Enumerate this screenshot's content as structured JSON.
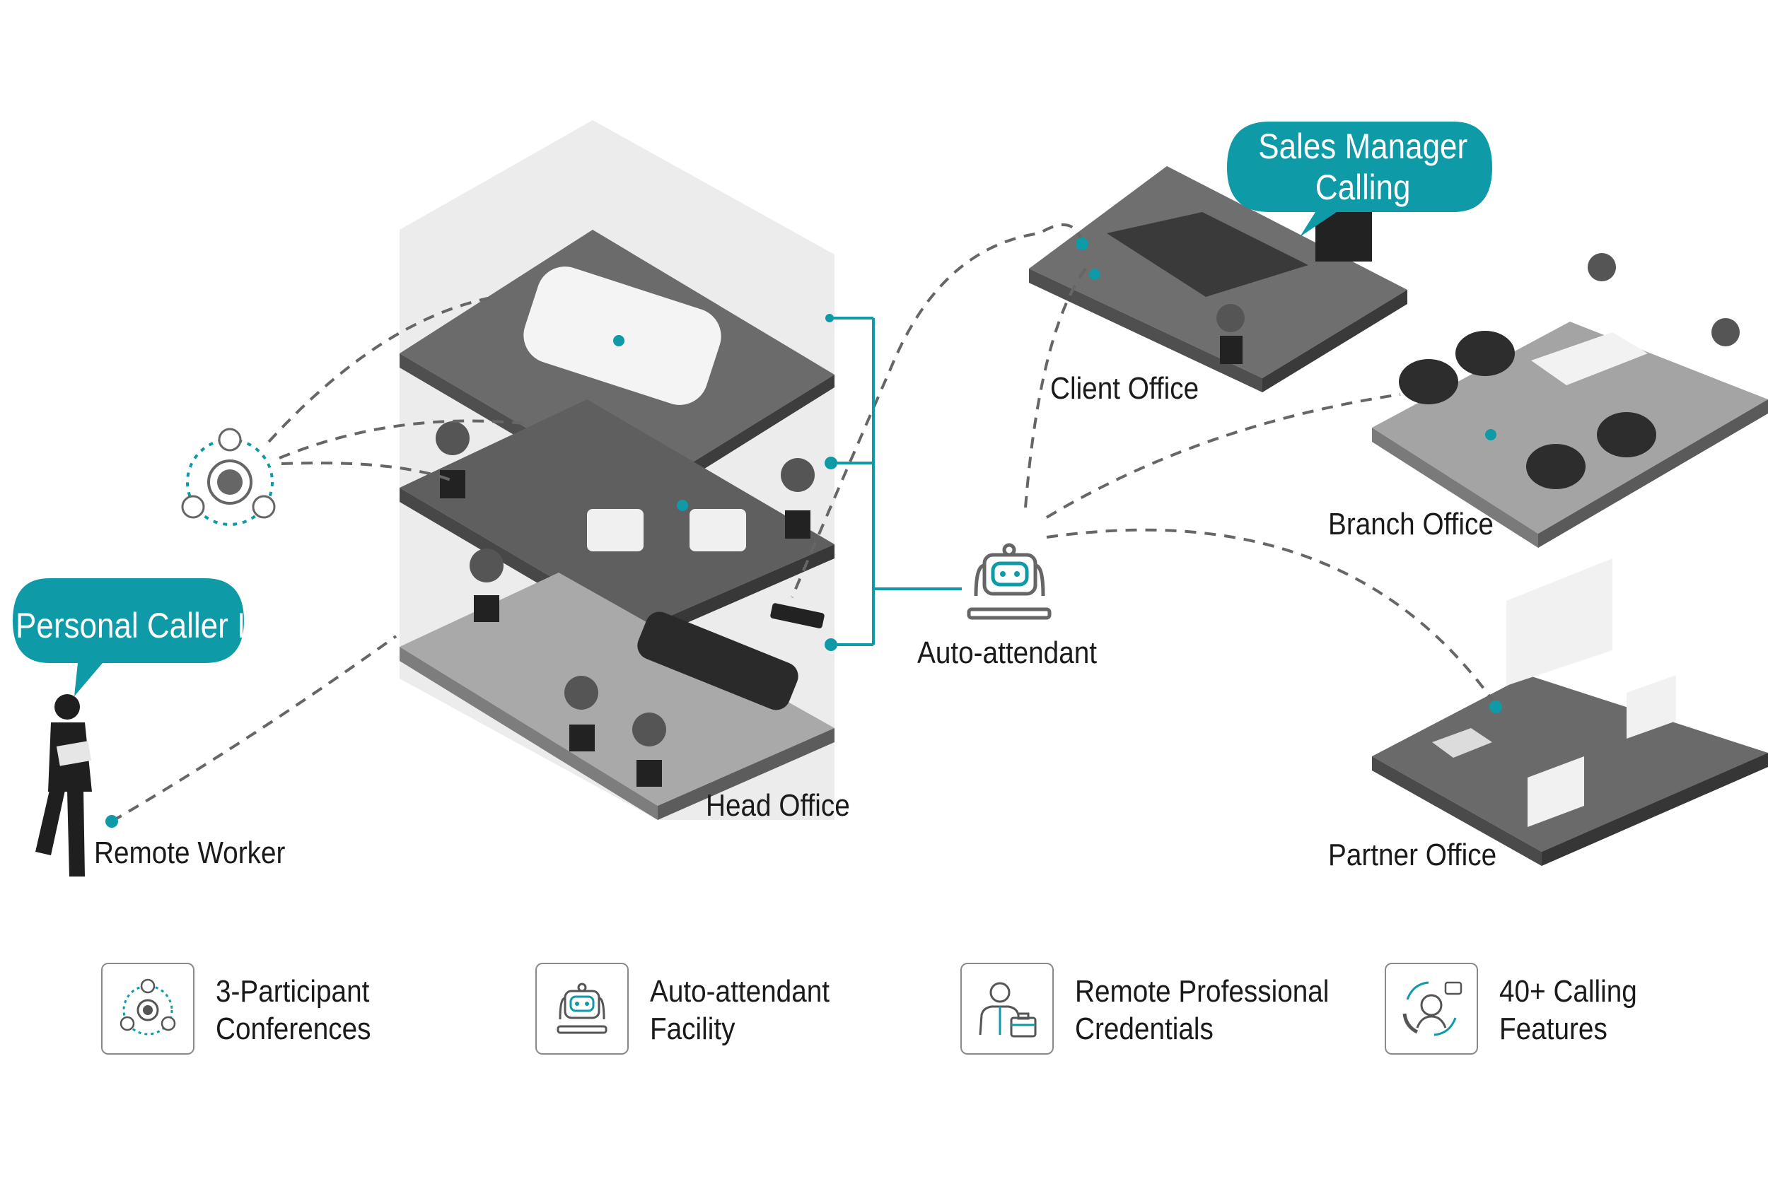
{
  "colors": {
    "accent": "#0e9aa7",
    "dark_floor": "#6b6b6b",
    "light_floor": "#a9a9a9",
    "text": "#1a1a1a"
  },
  "bubbles": {
    "personal_caller_id": "Personal Caller ID",
    "sales_manager_line1": "Sales Manager",
    "sales_manager_line2": "Calling"
  },
  "locations": {
    "head_office": "Head Office",
    "remote_worker": "Remote Worker",
    "client_office": "Client Office",
    "branch_office": "Branch Office",
    "partner_office": "Partner Office",
    "auto_attendant": "Auto-attendant"
  },
  "features": [
    {
      "icon": "conference-icon",
      "line1": "3-Participant",
      "line2": "Conferences"
    },
    {
      "icon": "robot-icon",
      "line1": "Auto-attendant",
      "line2": "Facility"
    },
    {
      "icon": "professional-icon",
      "line1": "Remote Professional",
      "line2": "Credentials"
    },
    {
      "icon": "calling-features-icon",
      "line1": "40+ Calling",
      "line2": "Features"
    }
  ]
}
